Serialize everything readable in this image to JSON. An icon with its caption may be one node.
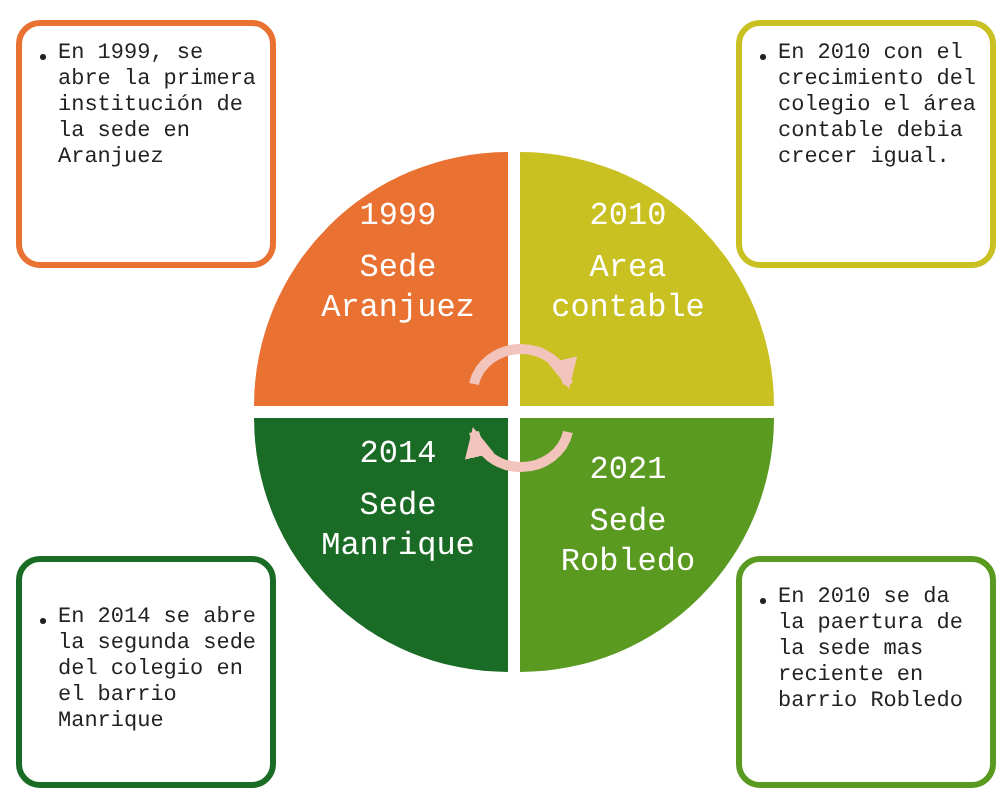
{
  "diagram": {
    "nodes": [
      {
        "text": [
          "1999",
          "Sede Aranjuez"
        ]
      },
      {
        "text": [
          "2010",
          "Area contable"
        ]
      },
      {
        "text": [
          "2014",
          "Sede Manrique"
        ]
      },
      {
        "text": [
          "2021",
          "Sede Robledo"
        ]
      },
      {
        "text": [
          "En 1999, se abre la primera institución de la sede en Aranjuez"
        ]
      },
      {
        "text": [
          "En 2010 con el crecimiento del colegio el área contable debia crecer igual."
        ]
      },
      {
        "text": [
          "En 2014 se abre la segunda sede del colegio en el barrio Manrique"
        ]
      },
      {
        "text": [
          "En 2010 se da la paertura de la sede mas reciente en barrio Robledo"
        ]
      }
    ],
    "edges": [
      {
        "from": 0,
        "to": 1,
        "arrow": "to"
      },
      {
        "from": 3,
        "to": 2,
        "arrow": "to"
      }
    ]
  }
}
